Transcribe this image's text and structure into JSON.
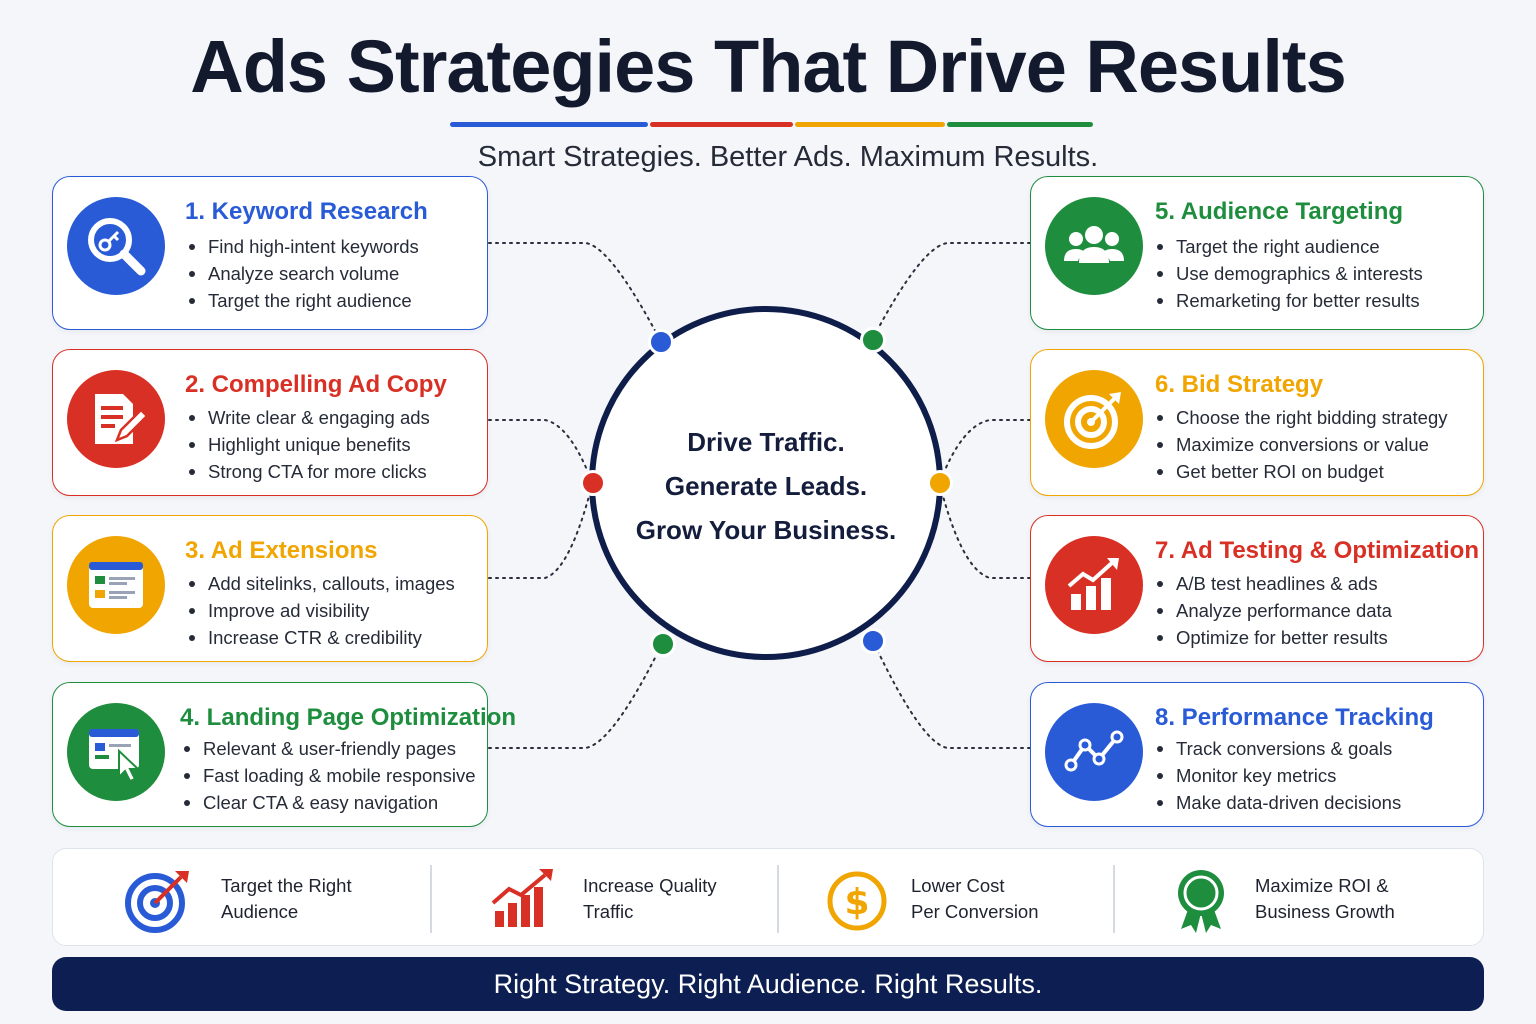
{
  "header": {
    "title": "Ads Strategies That Drive Results",
    "subtitle": "Smart Strategies. Better Ads. Maximum Results.",
    "underline_colors": [
      "#2a5bd7",
      "#d93025",
      "#f0a500",
      "#1e8e3e"
    ]
  },
  "center": {
    "line1": "Drive Traffic.",
    "line2": "Generate Leads.",
    "line3": "Grow Your Business."
  },
  "strategies": [
    {
      "title": "1. Keyword Research",
      "color": "#2a5bd7",
      "icon": "magnifier-key-icon",
      "bullets": [
        "Find high-intent keywords",
        "Analyze search volume",
        "Target the right audience"
      ]
    },
    {
      "title": "2. Compelling Ad Copy",
      "color": "#d93025",
      "icon": "document-pencil-icon",
      "bullets": [
        "Write clear & engaging ads",
        "Highlight unique benefits",
        "Strong CTA for more clicks"
      ]
    },
    {
      "title": "3. Ad Extensions",
      "color": "#f0a500",
      "icon": "browser-window-icon",
      "bullets": [
        "Add sitelinks, callouts, images",
        "Improve ad visibility",
        "Increase CTR & credibility"
      ]
    },
    {
      "title": "4. Landing Page Optimization",
      "color": "#1e8e3e",
      "icon": "browser-cursor-icon",
      "bullets": [
        "Relevant & user-friendly pages",
        "Fast loading & mobile responsive",
        "Clear CTA & easy navigation"
      ]
    },
    {
      "title": "5. Audience Targeting",
      "color": "#1e8e3e",
      "icon": "people-group-icon",
      "bullets": [
        "Target the right audience",
        "Use demographics & interests",
        "Remarketing for better results"
      ]
    },
    {
      "title": "6. Bid Strategy",
      "color": "#f0a500",
      "icon": "target-arrow-icon",
      "bullets": [
        "Choose the right bidding strategy",
        "Maximize conversions or value",
        "Get better ROI on budget"
      ]
    },
    {
      "title": "7. Ad Testing & Optimization",
      "color": "#d93025",
      "icon": "bar-chart-trend-icon",
      "bullets": [
        "A/B test headlines & ads",
        "Analyze performance data",
        "Optimize for better results"
      ]
    },
    {
      "title": "8. Performance Tracking",
      "color": "#2a5bd7",
      "icon": "line-chart-icon",
      "bullets": [
        "Track conversions & goals",
        "Monitor key metrics",
        "Make data-driven decisions"
      ]
    }
  ],
  "benefits": [
    {
      "line1": "Target the Right",
      "line2": "Audience",
      "icon": "target-icon",
      "color": "#2a5bd7"
    },
    {
      "line1": "Increase Quality",
      "line2": "Traffic",
      "icon": "growth-chart-icon",
      "color": "#d93025"
    },
    {
      "line1": "Lower Cost",
      "line2": "Per Conversion",
      "icon": "dollar-coin-icon",
      "color": "#f0a500"
    },
    {
      "line1": "Maximize ROI &",
      "line2": "Business Growth",
      "icon": "award-badge-icon",
      "color": "#1e8e3e"
    }
  ],
  "footer": {
    "text": "Right Strategy. Right Audience. Right Results."
  }
}
